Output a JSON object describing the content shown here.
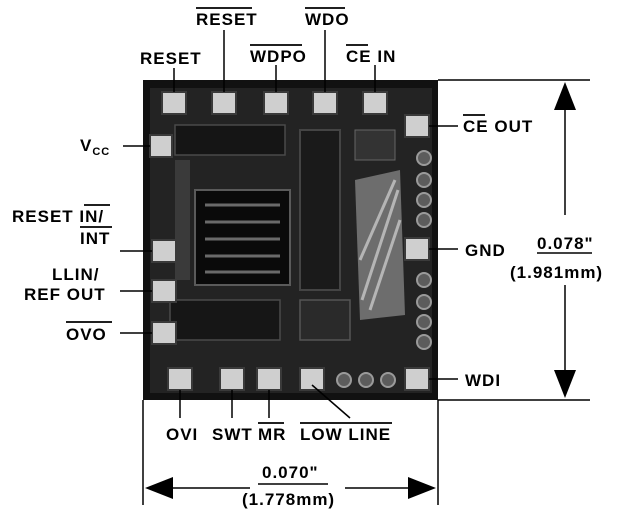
{
  "pins": {
    "reset": "RESET",
    "reset_bar": "RESET",
    "wdpo": "WDPO",
    "wdo": "WDO",
    "ce_in_ce": "CE",
    "ce_in_in": " IN",
    "ce_out_ce": "CE",
    "ce_out_out": " OUT",
    "vcc_v": "V",
    "vcc_sub": "CC",
    "reset_in_1": "RESET IN/",
    "reset_in_2": "INT",
    "llin_1": "LLIN/",
    "llin_2": "REF OUT",
    "ovo": "OVO",
    "gnd": "GND",
    "wdi": "WDI",
    "ovi": "OVI",
    "swt": "SWT",
    "mr": "MR",
    "low_line": "LOW LINE"
  },
  "dimensions": {
    "height_in": "0.078\"",
    "height_mm": "(1.981mm)",
    "width_in": "0.070\"",
    "width_mm": "(1.778mm)"
  },
  "colors": {
    "die": "#1a1a1a",
    "pad": "#cfcfcf",
    "ink": "#000000"
  }
}
